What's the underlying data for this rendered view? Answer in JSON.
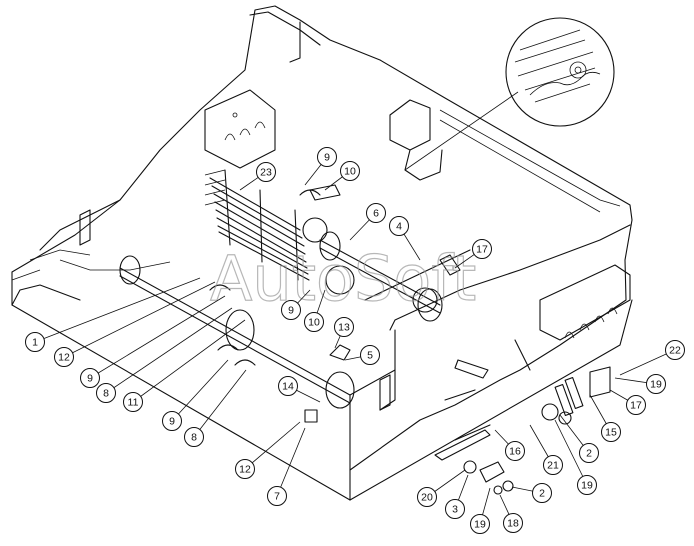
{
  "watermark": "AutoSoft",
  "callouts": [
    {
      "n": "1"
    },
    {
      "n": "12"
    },
    {
      "n": "9"
    },
    {
      "n": "8"
    },
    {
      "n": "11"
    },
    {
      "n": "9"
    },
    {
      "n": "8"
    },
    {
      "n": "12"
    },
    {
      "n": "7"
    },
    {
      "n": "14"
    },
    {
      "n": "13"
    },
    {
      "n": "5"
    },
    {
      "n": "9"
    },
    {
      "n": "10"
    },
    {
      "n": "6"
    },
    {
      "n": "4"
    },
    {
      "n": "17"
    },
    {
      "n": "23"
    },
    {
      "n": "9"
    },
    {
      "n": "10"
    },
    {
      "n": "22"
    },
    {
      "n": "19"
    },
    {
      "n": "17"
    },
    {
      "n": "15"
    },
    {
      "n": "2"
    },
    {
      "n": "19"
    },
    {
      "n": "21"
    },
    {
      "n": "16"
    },
    {
      "n": "2"
    },
    {
      "n": "20"
    },
    {
      "n": "3"
    },
    {
      "n": "19"
    },
    {
      "n": "18"
    }
  ]
}
